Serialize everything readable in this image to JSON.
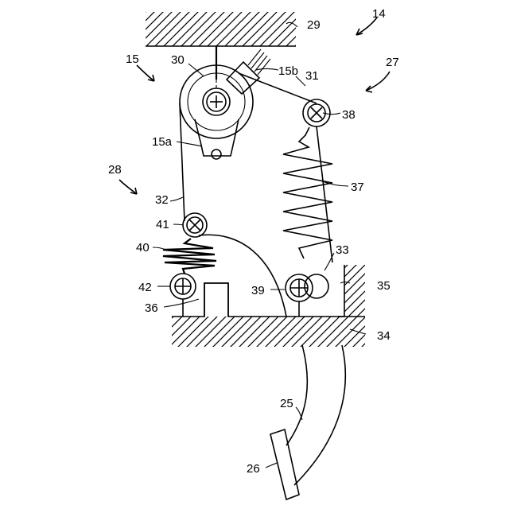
{
  "diagram": {
    "labels": {
      "l14": "14",
      "l15": "15",
      "l15a": "15a",
      "l15b": "15b",
      "l25": "25",
      "l26": "26",
      "l27": "27",
      "l28": "28",
      "l29": "29",
      "l30": "30",
      "l31": "31",
      "l32": "32",
      "l33": "33",
      "l34": "34",
      "l35": "35",
      "l36": "36",
      "l37": "37",
      "l38": "38",
      "l39": "39",
      "l40": "40",
      "l41": "41",
      "l42": "42"
    }
  }
}
